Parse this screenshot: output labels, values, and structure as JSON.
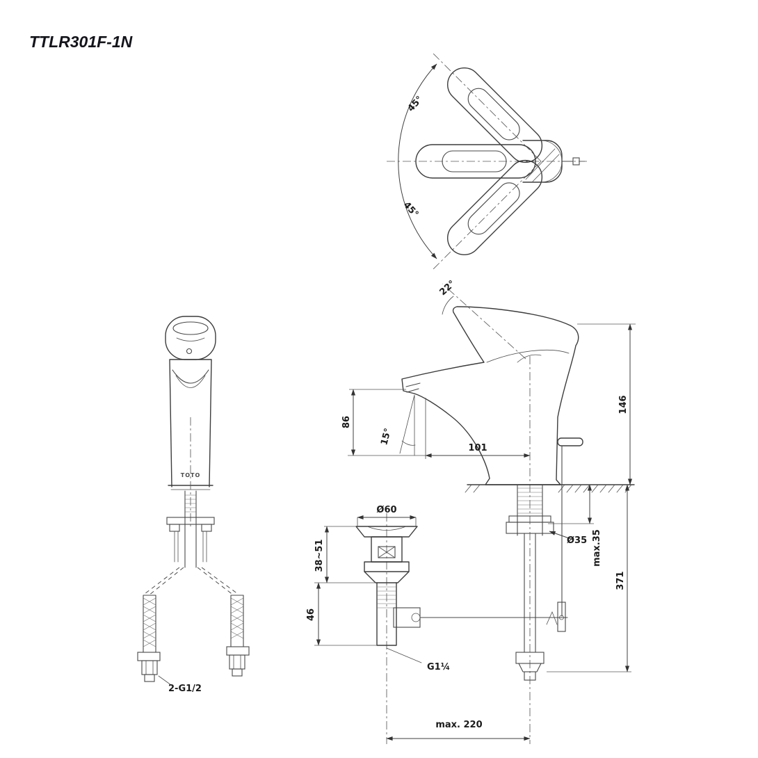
{
  "title": "TTLR301F-1N",
  "top_view": {
    "upper_angle": "45°",
    "lower_angle": "45°"
  },
  "side_view": {
    "handle_angle": "22°",
    "total_height": "146",
    "spout_height": "86",
    "stream_angle": "15°",
    "spout_reach": "101",
    "hole_dia": "Ø35",
    "deck_thickness_max": "max.35",
    "below_deck_depth": "371",
    "hose_reach_max": "max. 220"
  },
  "drain_view": {
    "flange_dia": "Ø60",
    "deck_range": "38~51",
    "tail_length": "46",
    "drain_thread": "G1¼"
  },
  "front_view": {
    "logo_text": "TOTO",
    "supply_thread": "2-G1/2"
  }
}
